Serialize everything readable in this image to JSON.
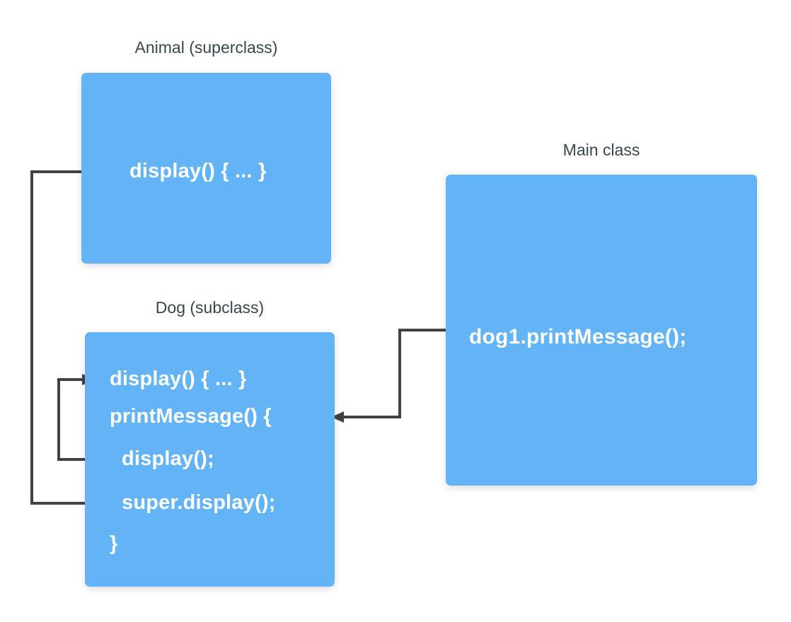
{
  "animal": {
    "label": "Animal (superclass)",
    "code": "display() { ... }"
  },
  "dog": {
    "label": "Dog (subclass)",
    "lines": [
      "display() { ... }",
      "printMessage() {",
      "display();",
      "super.display();",
      "}"
    ]
  },
  "main": {
    "label": "Main class",
    "code": "dog1.printMessage();"
  },
  "colors": {
    "box_fill": "#62b4f6",
    "arrow": "#424242",
    "label_text": "#37474f",
    "code_text": "#ffffff"
  }
}
